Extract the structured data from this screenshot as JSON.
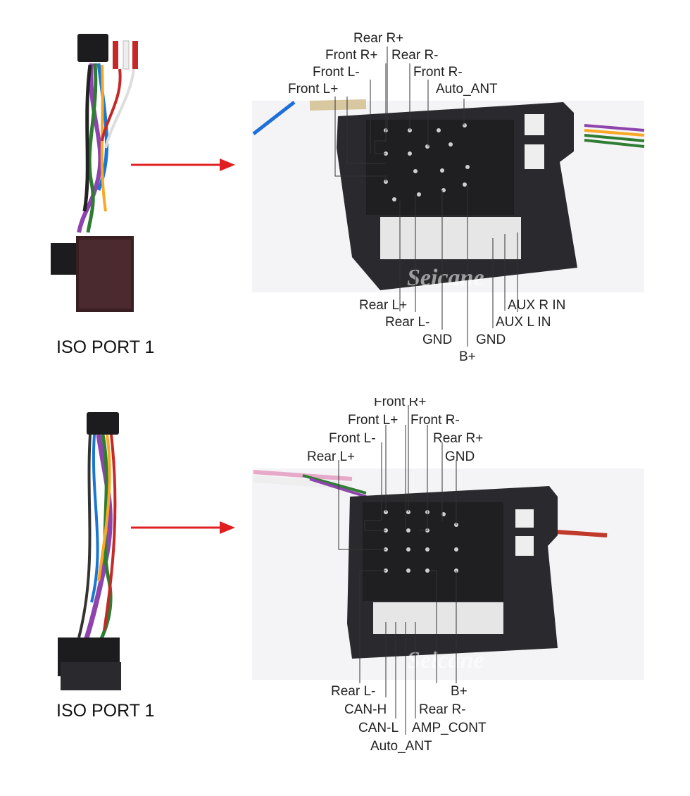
{
  "brand": {
    "watermark": "Seicane",
    "arrow_color": "#e02020",
    "connector_color": "#2a2a2e"
  },
  "top": {
    "port_label": "ISO PORT 1",
    "pins_top": {
      "rear_r_plus": "Rear R+",
      "front_r_plus": "Front R+",
      "rear_r_minus": "Rear R-",
      "front_l_minus": "Front L-",
      "front_r_minus": "Front R-",
      "front_l_plus": "Front L+",
      "auto_ant": "Auto_ANT"
    },
    "pins_bottom": {
      "rear_l_plus": "Rear L+",
      "aux_r_in": "AUX R IN",
      "rear_l_minus": "Rear L-",
      "aux_l_in": "AUX L IN",
      "gnd_1": "GND",
      "gnd_2": "GND",
      "b_plus": "B+"
    }
  },
  "bottom": {
    "port_label": "ISO PORT 1",
    "pins_top": {
      "front_r_plus": "Front R+",
      "front_l_plus": "Front L+",
      "front_r_minus": "Front R-",
      "front_l_minus": "Front L-",
      "rear_r_plus": "Rear R+",
      "rear_l_plus": "Rear L+",
      "gnd": "GND"
    },
    "pins_bottom": {
      "rear_l_minus": "Rear L-",
      "b_plus": "B+",
      "can_h": "CAN-H",
      "rear_r_minus": "Rear R-",
      "can_l": "CAN-L",
      "amp_cont": "AMP_CONT",
      "auto_ant": "Auto_ANT"
    }
  }
}
